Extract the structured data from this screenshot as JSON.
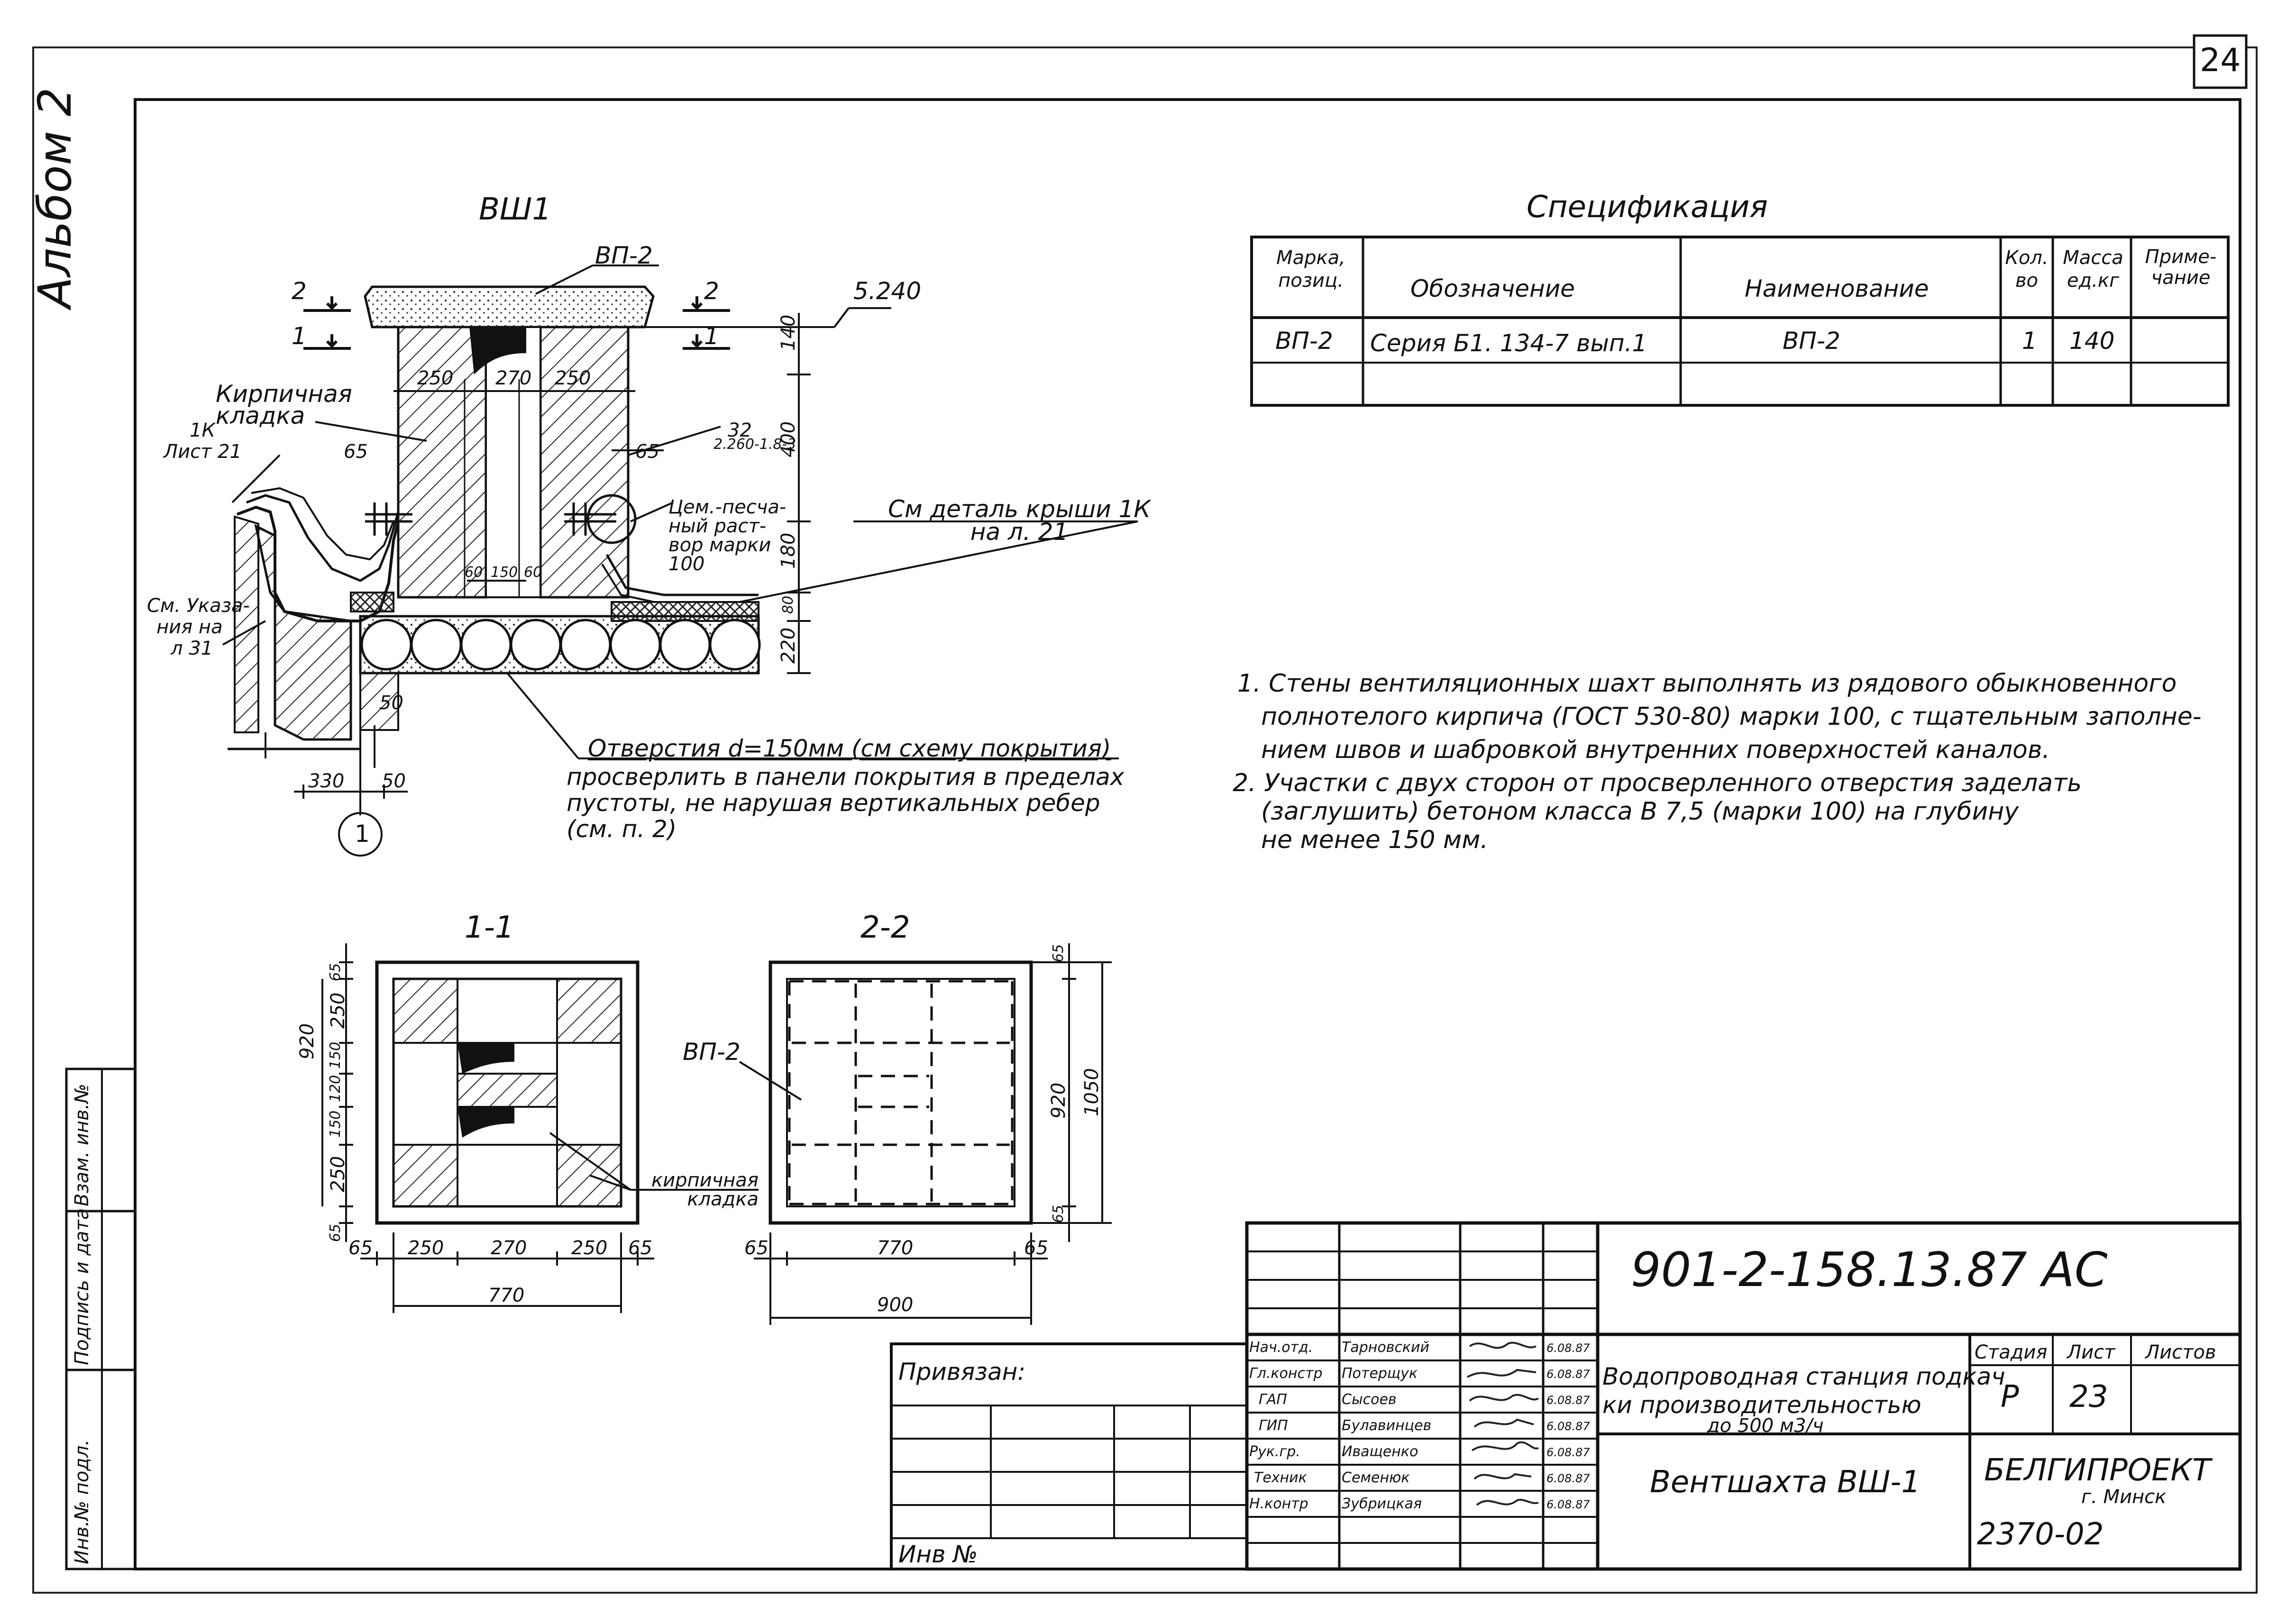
{
  "sheet": {
    "page_number": "24",
    "album": "Альбом 2",
    "left_stamp": {
      "inv_podl": "Инв.№ подл.",
      "podpis": "Подпись и дата",
      "vzam": "Взам. инв.№"
    }
  },
  "main_drawing": {
    "title": "ВШ1",
    "labels": {
      "vp2_top": "ВП-2",
      "sec2_left": "2",
      "sec1_left": "1",
      "sec2_right": "2",
      "sec1_right": "1",
      "elevation": "5.240",
      "kirp_kladka": "Кирпичная кладка",
      "ref_1k_a": "1К",
      "ref_1k_b": "Лист 21",
      "cem_rastvor": "Цем.-песча- ный раст- вор марки 100",
      "see_detail": "См деталь крыши 1К на л. 21",
      "see_note_a": "См. Указа-",
      "see_note_b": "ния на",
      "see_note_c": "л 31",
      "hole_a": "Отверстия d=150мм (см схему покрытия)",
      "hole_b": "просверлить в панели покрытия в пределах",
      "hole_c": "пустоты, не нарушая вертикальных ребер",
      "hole_d": "(см. п. 2)",
      "axis": "1",
      "dim_250a": "250",
      "dim_270": "270",
      "dim_250b": "250",
      "dim_65a": "65",
      "dim_65b": "65",
      "dim_32": "32",
      "dim_bar": "2.260-1.8-3",
      "dim_60a": "60",
      "dim_150": "150",
      "dim_60b": "60",
      "dim_140": "140",
      "dim_400": "400",
      "dim_180": "180",
      "dim_80": "80",
      "dim_220": "220",
      "dim_50a": "50",
      "dim_330": "330",
      "dim_50b": "50"
    }
  },
  "section_1_1": {
    "title": "1-1",
    "kirp_kladka": "кирпичная кладка",
    "dims_left": [
      "65",
      "250",
      "150",
      "120",
      "150",
      "250",
      "65"
    ],
    "dim_total_left": "920",
    "dims_bottom": [
      "65",
      "250",
      "270",
      "250",
      "65"
    ],
    "dim_total_bottom": "770"
  },
  "section_2_2": {
    "title": "2-2",
    "vp2": "ВП-2",
    "dims_right": [
      "65",
      "920",
      "65"
    ],
    "dim_total_right": "1050",
    "dims_bottom": [
      "65",
      "770",
      "65"
    ],
    "dim_total_bottom": "900"
  },
  "specification": {
    "title": "Спецификация",
    "headers": [
      "Марка, позиц.",
      "Обозначение",
      "Наименование",
      "Кол. во",
      "Масса ед.кг",
      "Приме- чание"
    ],
    "rows": [
      [
        "ВП-2",
        "Серия Б1. 134-7 вып.1",
        "ВП-2",
        "1",
        "140",
        ""
      ]
    ]
  },
  "notes": [
    "1. Стены вентиляционных шахт выполнять из рядового обыкновенного",
    "полнотелого кирпича (ГОСТ 530-80) марки 100, с тщательным заполне-",
    "нием швов и шабровкой внутренних поверхностей каналов.",
    "2. Участки с двух сторон от просверленного отверстия заделать",
    "(заглушить) бетоном класса В 7,5 (марки 100) на глубину",
    "не менее 150 мм."
  ],
  "title_block": {
    "code": "901-2-158.13.87 АС",
    "privyazan": "Привязан:",
    "inv": "Инв №",
    "staff": [
      {
        "role": "Нач.отд.",
        "name": "Тарновский",
        "date": "6.08.87"
      },
      {
        "role": "Гл.констр",
        "name": "Потерщук",
        "date": "6.08.87"
      },
      {
        "role": "ГАП",
        "name": "Сысоев",
        "date": "6.08.87"
      },
      {
        "role": "ГИП",
        "name": "Булавинцев",
        "date": "6.08.87"
      },
      {
        "role": "Рук.гр.",
        "name": "Иващенко",
        "date": "6.08.87"
      },
      {
        "role": "Техник",
        "name": "Семенюк",
        "date": "6.08.87"
      },
      {
        "role": "Н.контр",
        "name": "Зубрицкая",
        "date": "6.08.87"
      }
    ],
    "project_a": "Водопроводная станция подкач",
    "project_b": "ки производительностью",
    "project_c": "до 500 м3/ч",
    "sheet_name": "Вентшахта ВШ-1",
    "stage_label": "Стадия",
    "sheet_label": "Лист",
    "sheets_label": "Листов",
    "stage": "Р",
    "sheet_no": "23",
    "org": "БЕЛГИПРОЕКТ",
    "city": "г. Минск",
    "doc_no": "2370-02"
  }
}
